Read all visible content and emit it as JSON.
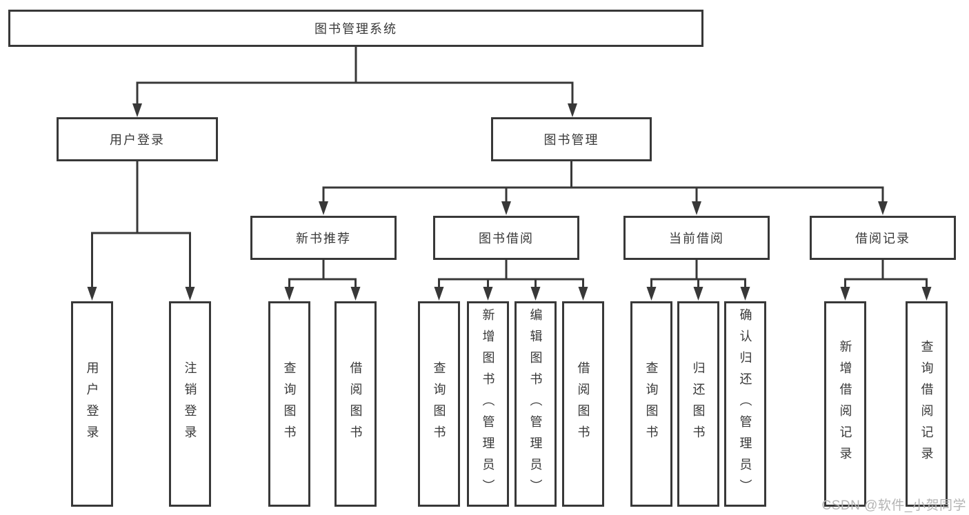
{
  "tree": {
    "label": "图书管理系统",
    "children": [
      {
        "label": "用户登录",
        "children": [
          {
            "label": "用户登录"
          },
          {
            "label": "注销登录"
          }
        ]
      },
      {
        "label": "图书管理",
        "children": [
          {
            "label": "新书推荐",
            "children": [
              {
                "label": "查询图书"
              },
              {
                "label": "借阅图书"
              }
            ]
          },
          {
            "label": "图书借阅",
            "children": [
              {
                "label": "查询图书"
              },
              {
                "label": "新增图书（管理员）"
              },
              {
                "label": "编辑图书（管理员）"
              },
              {
                "label": "借阅图书"
              }
            ]
          },
          {
            "label": "当前借阅",
            "children": [
              {
                "label": "查询图书"
              },
              {
                "label": "归还图书"
              },
              {
                "label": "确认归还（管理员）"
              }
            ]
          },
          {
            "label": "借阅记录",
            "children": [
              {
                "label": "新增借阅记录"
              },
              {
                "label": "查询借阅记录"
              }
            ]
          }
        ]
      }
    ]
  },
  "watermark": {
    "text": "CSDN @软件_小贺同学"
  },
  "colors": {
    "line": "#383838",
    "text": "#383838",
    "background": "#ffffff",
    "watermark": "#b4b4b4"
  }
}
